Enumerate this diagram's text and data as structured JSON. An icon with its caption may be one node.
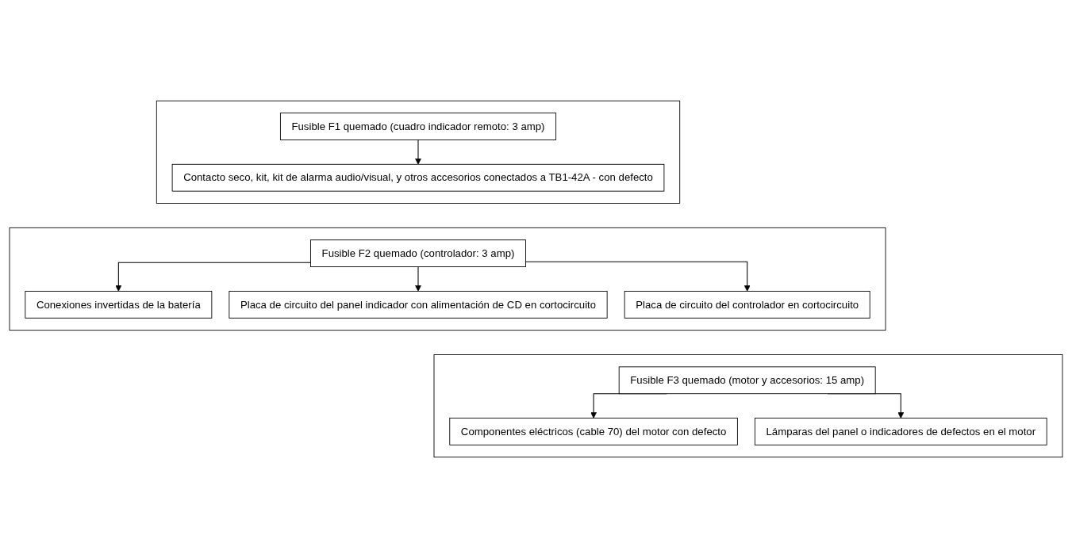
{
  "diagram": {
    "nodes": [
      {
        "text": [],
        "shape": "box"
      },
      {
        "text": [
          "Fusible F1 quemado (cuadro indicador remoto: 3 amp)"
        ],
        "in": 0
      },
      {
        "text": [
          "Contacto seco, kit, kit de alarma audio/visual, y otros accesorios conectados a TB1-42A - con defecto"
        ],
        "in": 0
      },
      {
        "text": [],
        "shape": "box"
      },
      {
        "text": [
          "Fusible F2 quemado (controlador: 3 amp)"
        ],
        "in": 3
      },
      {
        "text": [
          "Conexiones invertidas de la batería"
        ],
        "in": 3
      },
      {
        "text": [
          "Placa de circuito del panel indicador con alimentación de CD en cortocircuito"
        ],
        "in": 3
      },
      {
        "text": [
          "Placa de circuito del controlador en cortocircuito"
        ],
        "in": 3
      },
      {
        "text": [],
        "shape": "box"
      },
      {
        "text": [
          "Fusible F3 quemado (motor y accesorios: 15 amp)"
        ],
        "in": 8
      },
      {
        "text": [
          "Componentes eléctricos (cable 70) del motor con defecto"
        ],
        "in": 8
      },
      {
        "text": [
          "Lámparas del panel o indicadores de defectos en el motor"
        ],
        "in": 8
      }
    ],
    "edges": [
      {
        "from": 1,
        "to": 2,
        "arrow": "to"
      },
      {
        "from": 4,
        "to": 5,
        "arrow": "to"
      },
      {
        "from": 4,
        "to": 6,
        "arrow": "to"
      },
      {
        "from": 4,
        "to": 7,
        "arrow": "to"
      },
      {
        "from": 9,
        "to": 10,
        "arrow": "to"
      },
      {
        "from": 9,
        "to": 11,
        "arrow": "to"
      }
    ]
  }
}
